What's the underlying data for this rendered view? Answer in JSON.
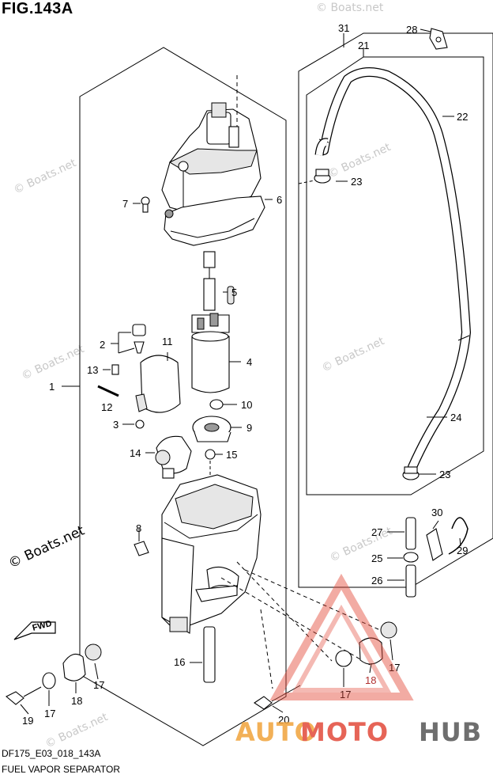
{
  "figure": {
    "title": "FIG.143A",
    "model_code": "DF175_E03_018_143A",
    "caption": "FUEL VAPOR SEPARATOR"
  },
  "watermarks": {
    "boats_net": "© Boats.net",
    "brand_a": "AUTO",
    "brand_b": "MOTO",
    "brand_c": "HUB",
    "brand_colors": {
      "auto": "#f0a33a",
      "moto": "#e24a3a",
      "hub": "#555555"
    }
  },
  "callouts": [
    "1",
    "2",
    "3",
    "4",
    "5",
    "6",
    "7",
    "8",
    "9",
    "10",
    "11",
    "12",
    "13",
    "14",
    "15",
    "16",
    "17",
    "18",
    "19",
    "20",
    "21",
    "22",
    "23",
    "24",
    "25",
    "26",
    "27",
    "28",
    "29",
    "30",
    "31",
    "FWD"
  ],
  "labels": {
    "c1": "1",
    "c2": "2",
    "c3": "3",
    "c4": "4",
    "c5": "5",
    "c6": "6",
    "c7": "7",
    "c8": "8",
    "c9": "9",
    "c10": "10",
    "c11": "11",
    "c12": "12",
    "c13": "13",
    "c14": "14",
    "c15": "15",
    "c16": "16",
    "c17a": "17",
    "c17b": "17",
    "c17c": "17",
    "c17d": "17",
    "c18a": "18",
    "c18b": "18",
    "c19": "19",
    "c20": "20",
    "c21": "21",
    "c22": "22",
    "c23a": "23",
    "c23b": "23",
    "c24": "24",
    "c25": "25",
    "c26": "26",
    "c27": "27",
    "c28": "28",
    "c29": "29",
    "c30": "30",
    "c31": "31",
    "fwd": "FWD"
  }
}
